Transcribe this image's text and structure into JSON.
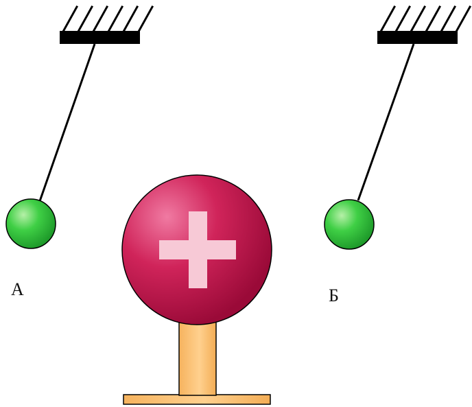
{
  "labels": {
    "left_ball": "А",
    "right_ball": "Б"
  },
  "colors": {
    "neutral_ball": "#2fbf3a",
    "charged_sphere": "#c8174f",
    "plus_sign": "#f7c9d6",
    "stand": "#fcbf73",
    "support_bar": "#000000",
    "thread": "#000000"
  },
  "sphere": {
    "charge_symbol": "plus"
  },
  "icons": {
    "ceiling_mount": "hatched-ceiling-mount",
    "charge": "plus-sign-icon"
  }
}
